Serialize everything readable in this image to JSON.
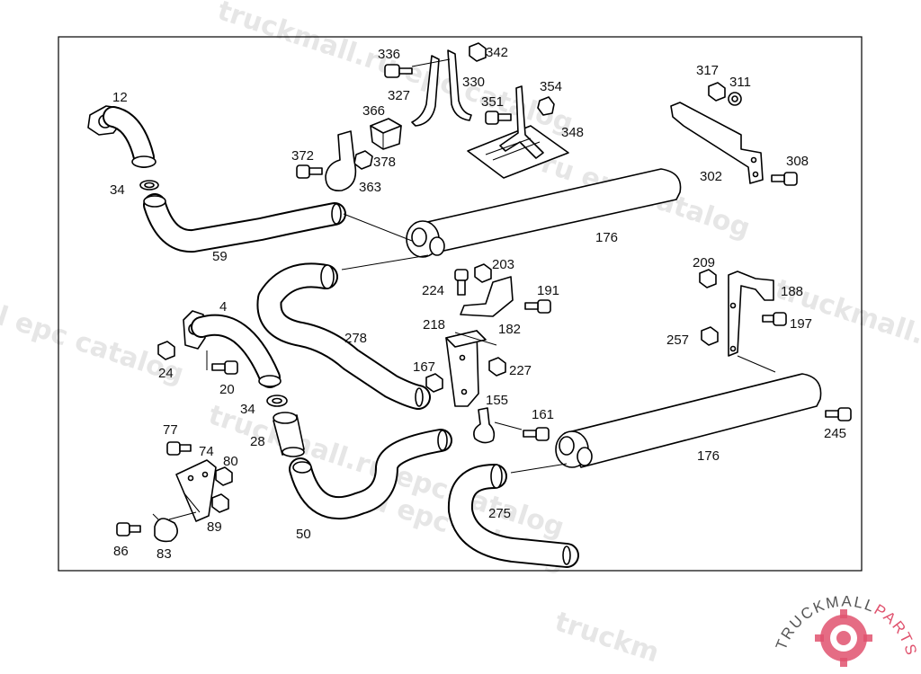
{
  "diagram": {
    "labels": [
      "12",
      "34",
      "59",
      "336",
      "342",
      "327",
      "330",
      "366",
      "351",
      "354",
      "372",
      "378",
      "363",
      "348",
      "176",
      "317",
      "311",
      "302",
      "308",
      "224",
      "203",
      "191",
      "218",
      "182",
      "278",
      "4",
      "24",
      "20",
      "34",
      "28",
      "167",
      "227",
      "155",
      "161",
      "209",
      "188",
      "257",
      "197",
      "245",
      "77",
      "74",
      "80",
      "86",
      "83",
      "89",
      "50",
      "275",
      "176"
    ]
  },
  "watermarks": {
    "text_1": "truckmall.ru epc catalog",
    "text_2": "l epc catalog",
    "text_3": "ru epc catalog",
    "text_4": "truckmall.ru epc catalog",
    "text_5": "truckmall.ru e",
    "text_6": "ru epc catalog",
    "text_7": "truckm"
  },
  "brand": {
    "part_1": "TRUCKMALL",
    "part_2": "PARTS"
  },
  "colors": {
    "line": "#000000",
    "watermark": "#c9c9c9",
    "brand_text": "#555555",
    "brand_accent": "#e0526e"
  }
}
